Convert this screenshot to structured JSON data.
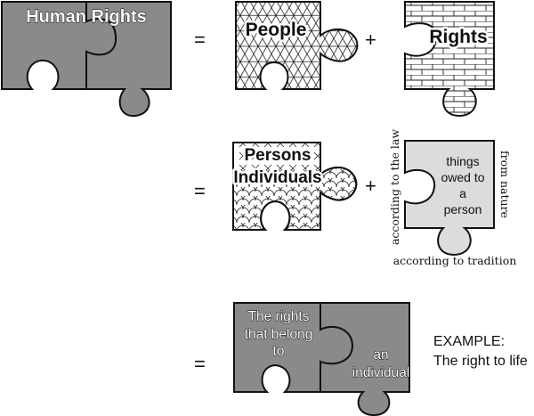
{
  "equation_1": {
    "left_label": "Human Rights",
    "equals": "=",
    "piece_a_label": "People",
    "plus": "+",
    "piece_b_label": "Rights"
  },
  "equation_2": {
    "equals": "=",
    "piece_a_line1": "Persons",
    "piece_a_line2": "Individuals",
    "plus": "+",
    "piece_b_lines": [
      "things",
      "owed to",
      "a",
      "person"
    ],
    "label_left": "according to the law",
    "label_right": "from nature",
    "label_bottom": "according to tradition"
  },
  "equation_3": {
    "equals": "=",
    "piece_a_lines": [
      "The rights",
      "that belong",
      "to"
    ],
    "piece_b_lines": [
      "an",
      "individual"
    ],
    "example_title": "EXAMPLE:",
    "example_text": "The right to life"
  },
  "colors": {
    "dark_piece": "#8a8a8a",
    "light_piece": "#dcdcdc",
    "outline": "#111111"
  }
}
